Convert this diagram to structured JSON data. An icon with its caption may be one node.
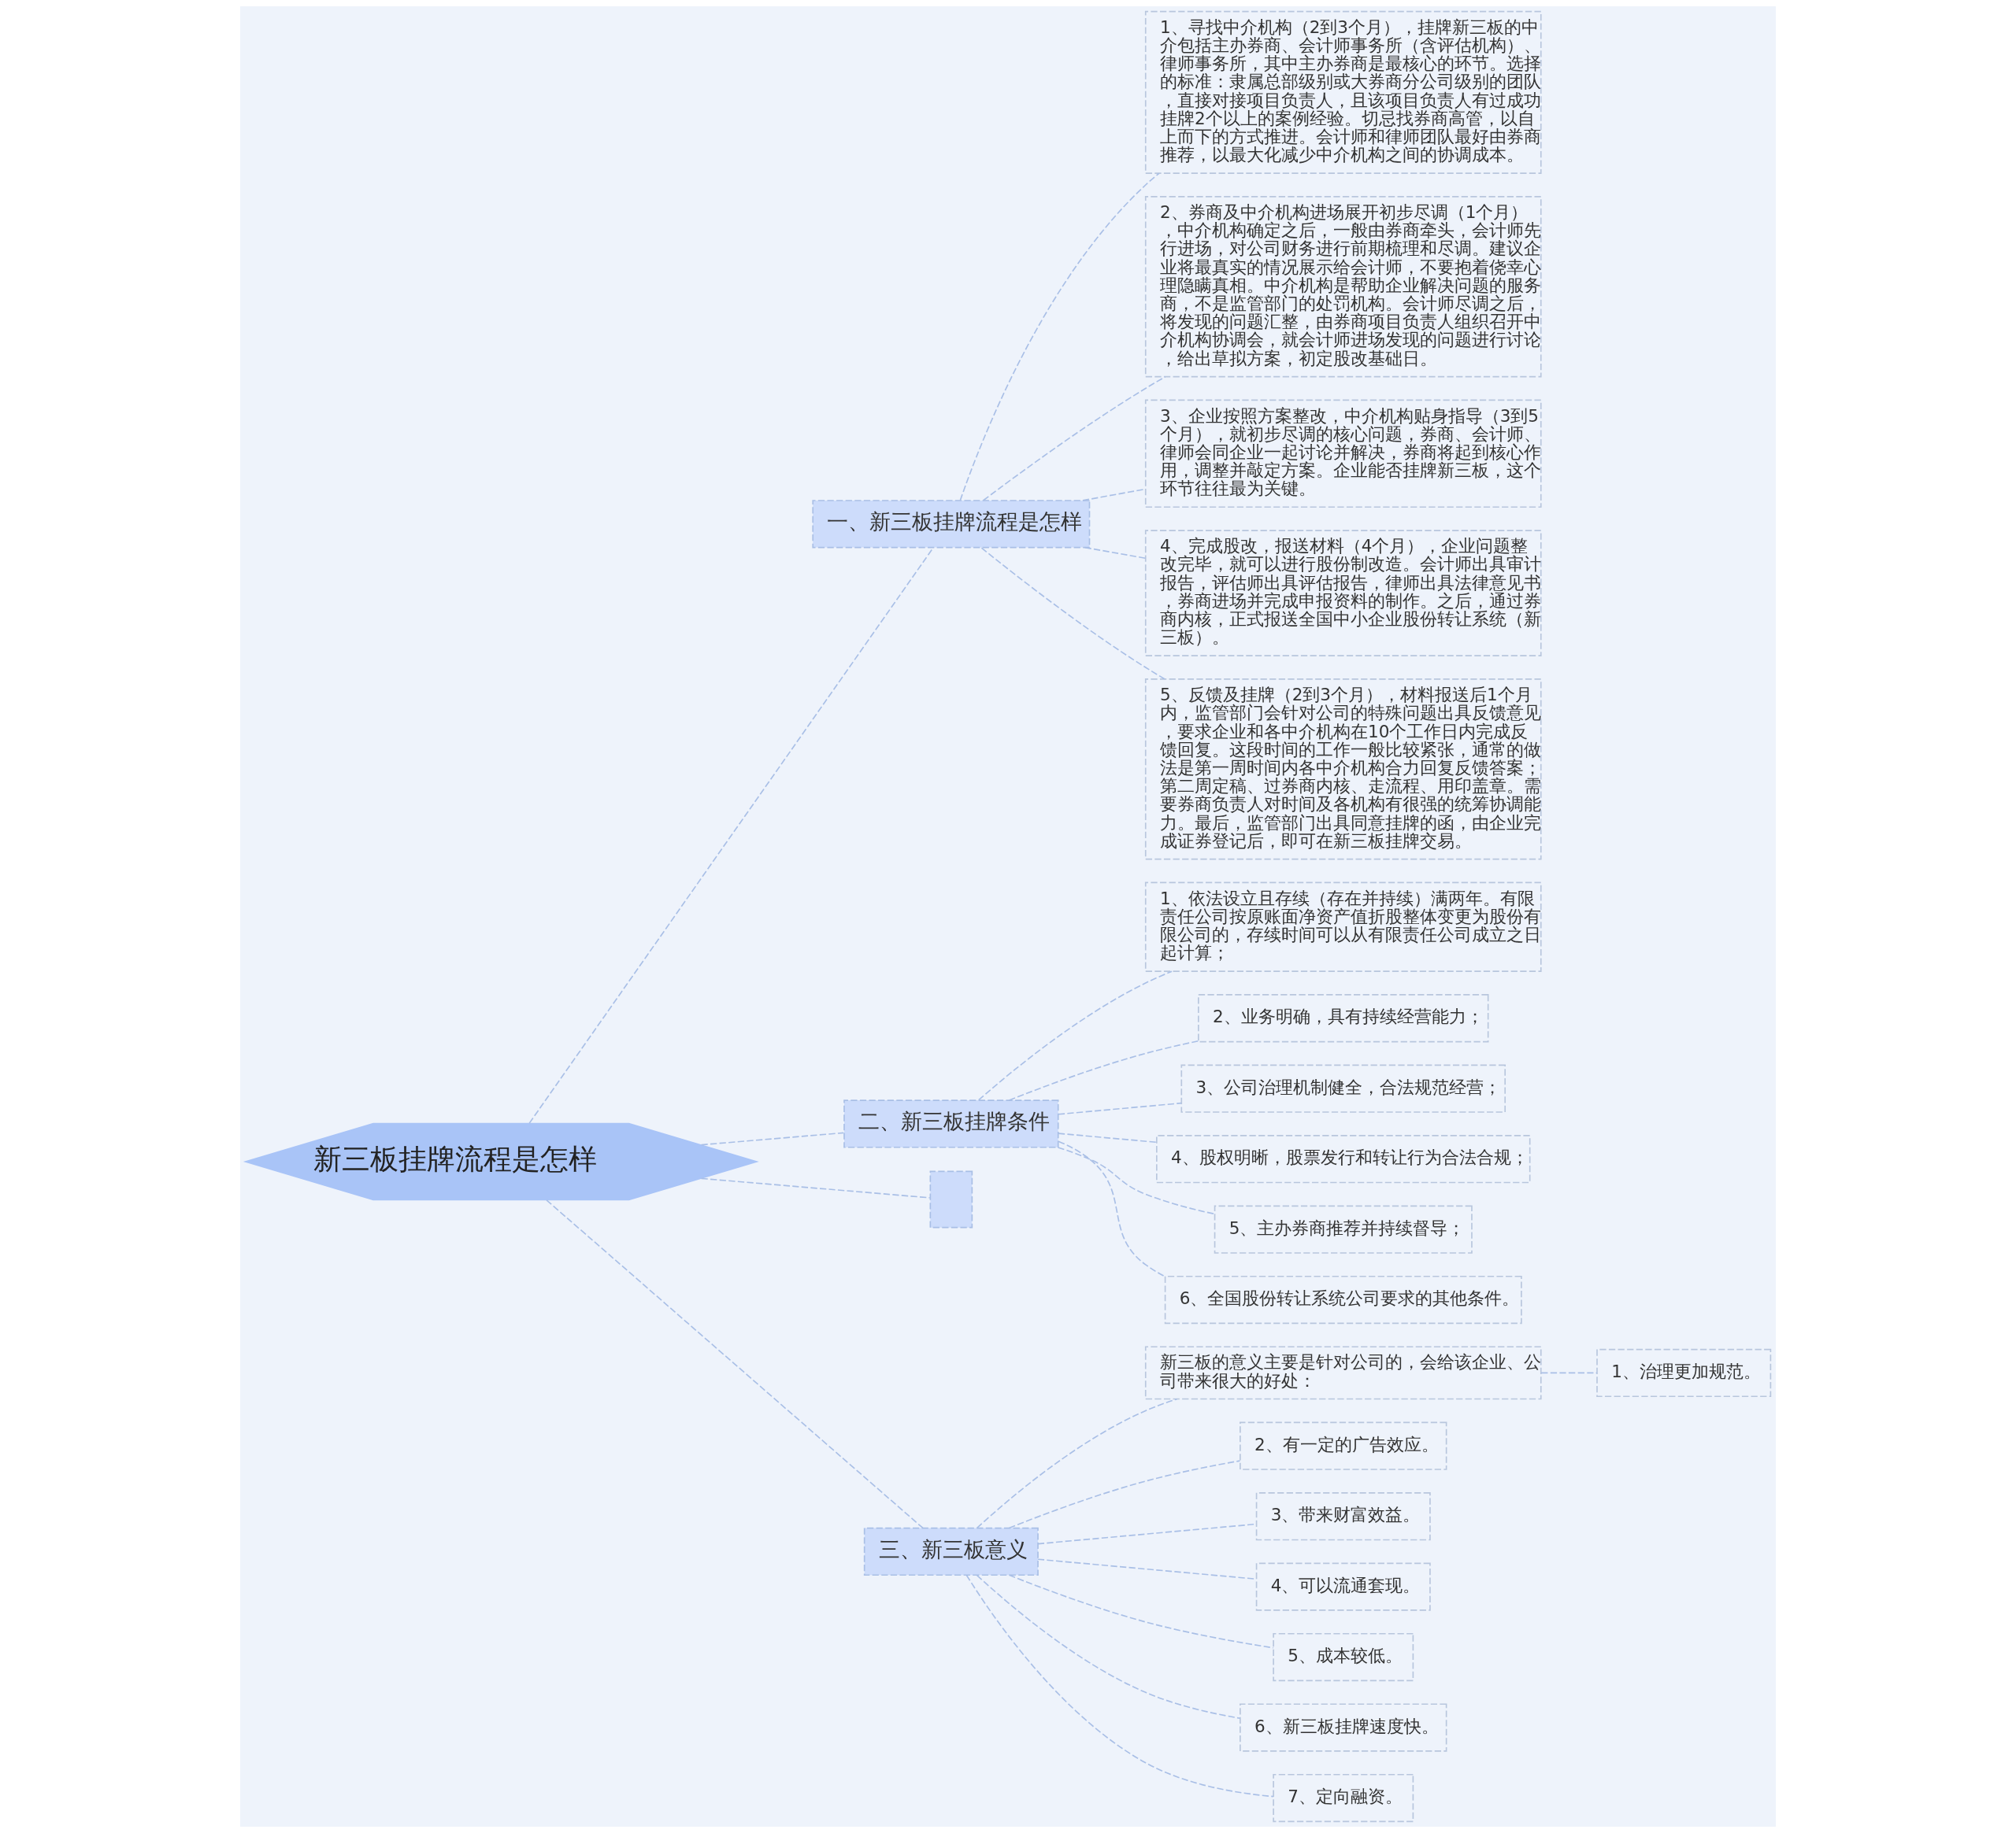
{
  "diagram": {
    "nodes": [
      {
        "text": [
          "新三板挂牌流程是怎样"
        ]
      },
      {
        "text": [
          "一、新三板挂牌流程是怎样"
        ]
      },
      {
        "text": [
          "1、寻找中介机构（2到3个月），挂牌新三板的中介包括主办券商、会计师事务所（含评估机构）、律师事务所，其中主办券商是最核心的环节。选择的标准：隶属总部级别或大券商分公司级别的团队，直接对接项目负责人，且该项目负责人有过成功挂牌2个以上的案例经验。切忌找券商高管，以自上而下的方式推进。会计师和律师团队最好由券商推荐，以最大化减少中介机构之间的协调成本。"
        ]
      },
      {
        "text": [
          "2、券商及中介机构进场展开初步尽调（1个月），中介机构确定之后，一般由券商牵头，会计师先行进场，对公司财务进行前期梳理和尽调。建议企业将最真实的情况展示给会计师，不要抱着侥幸心理隐瞒真相。中介机构是帮助企业解决问题的服务商，不是监管部门的处罚机构。会计师尽调之后，将发现的问题汇整，由券商项目负责人组织召开中介机构协调会，就会计师进场发现的问题进行讨论，给出草拟方案，初定股改基础日。"
        ]
      },
      {
        "text": [
          "3、企业按照方案整改，中介机构贴身指导（3到5个月），就初步尽调的核心问题，券商、会计师、律师会同企业一起讨论并解决，券商将起到核心作用，调整并敲定方案。企业能否挂牌新三板，这个环节往往最为关键。"
        ]
      },
      {
        "text": [
          "4、完成股改，报送材料（4个月），企业问题整改完毕，就可以进行股份制改造。会计师出具审计报告，评估师出具评估报告，律师出具法律意见书，券商进场并完成申报资料的制作。之后，通过券商内核，正式报送全国中小企业股份转让系统（新三板）。"
        ]
      },
      {
        "text": [
          "5、反馈及挂牌（2到3个月），材料报送后1个月内，监管部门会针对公司的特殊问题出具反馈意见，要求企业和各中介机构在10个工作日内完成反馈回复。这段时间的工作一般比较紧张，通常的做法是第一周时间内各中介机构合力回复反馈答案；第二周定稿、过券商内核、走流程、用印盖章。需要券商负责人对时间及各机构有很强的统筹协调能力。最后，监管部门出具同意挂牌的函，由企业完成证券登记后，即可在新三板挂牌交易。"
        ]
      },
      {
        "text": [
          "二、新三板挂牌条件"
        ]
      },
      {
        "text": [
          "1、依法设立且存续（存在并持续）满两年。有限责任公司按原账面净资产值折股整体变更为股份有限公司的，存续时间可以从有限责任公司成立之日起计算；"
        ]
      },
      {
        "text": [
          "2、业务明确，具有持续经营能力；"
        ]
      },
      {
        "text": [
          "3、公司治理机制健全，合法规范经营；"
        ]
      },
      {
        "text": [
          "4、股权明晰，股票发行和转让行为合法合规；"
        ]
      },
      {
        "text": [
          "5、主办券商推荐并持续督导；"
        ]
      },
      {
        "text": [
          "6、全国股份转让系统公司要求的其他条件。"
        ]
      },
      {
        "text": [],
        "shape": "box"
      },
      {
        "text": [
          "三、新三板意义"
        ]
      },
      {
        "text": [
          "新三板的意义主要是针对公司的，会给该企业、公司带来很大的好处："
        ]
      },
      {
        "text": [
          "1、治理更加规范。"
        ]
      },
      {
        "text": [
          "2、有一定的广告效应。"
        ]
      },
      {
        "text": [
          "3、带来财富效益。"
        ]
      },
      {
        "text": [
          "4、可以流通套现。"
        ]
      },
      {
        "text": [
          "5、成本较低。"
        ]
      },
      {
        "text": [
          "6、新三板挂牌速度快。"
        ]
      },
      {
        "text": [
          "7、定向融资。"
        ]
      }
    ],
    "edges": [
      {
        "from": 0,
        "to": 1,
        "arrow": "none"
      },
      {
        "from": 1,
        "to": 2,
        "arrow": "none"
      },
      {
        "from": 1,
        "to": 3,
        "arrow": "none"
      },
      {
        "from": 1,
        "to": 4,
        "arrow": "none"
      },
      {
        "from": 1,
        "to": 5,
        "arrow": "none"
      },
      {
        "from": 1,
        "to": 6,
        "arrow": "none"
      },
      {
        "from": 0,
        "to": 7,
        "arrow": "none"
      },
      {
        "from": 7,
        "to": 8,
        "arrow": "none"
      },
      {
        "from": 7,
        "to": 9,
        "arrow": "none"
      },
      {
        "from": 7,
        "to": 10,
        "arrow": "none"
      },
      {
        "from": 7,
        "to": 11,
        "arrow": "none"
      },
      {
        "from": 7,
        "to": 12,
        "arrow": "none"
      },
      {
        "from": 7,
        "to": 13,
        "arrow": "none"
      },
      {
        "from": 0,
        "to": 14,
        "arrow": "none"
      },
      {
        "from": 0,
        "to": 15,
        "arrow": "none"
      },
      {
        "from": 15,
        "to": 16,
        "arrow": "none"
      },
      {
        "from": 16,
        "to": 17,
        "arrow": "none"
      },
      {
        "from": 15,
        "to": 18,
        "arrow": "none"
      },
      {
        "from": 15,
        "to": 19,
        "arrow": "none"
      },
      {
        "from": 15,
        "to": 20,
        "arrow": "none"
      },
      {
        "from": 15,
        "to": 21,
        "arrow": "none"
      },
      {
        "from": 15,
        "to": 22,
        "arrow": "none"
      },
      {
        "from": 15,
        "to": 23,
        "arrow": "none"
      }
    ]
  }
}
